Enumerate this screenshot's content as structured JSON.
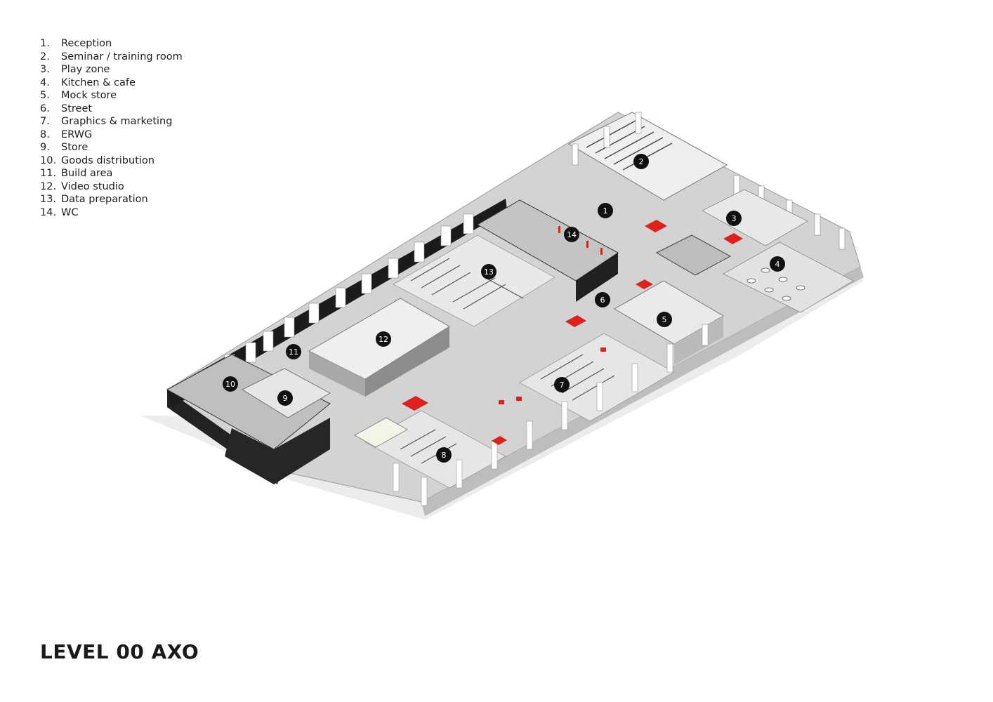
{
  "legend": [
    {
      "number": "1.",
      "label": "Reception"
    },
    {
      "number": "2.",
      "label": "Seminar / training room"
    },
    {
      "number": "3.",
      "label": "Play zone"
    },
    {
      "number": "4.",
      "label": "Kitchen & cafe"
    },
    {
      "number": "5.",
      "label": "Mock store"
    },
    {
      "number": "6.",
      "label": "Street"
    },
    {
      "number": "7.",
      "label": "Graphics & marketing"
    },
    {
      "number": "8.",
      "label": "ERWG"
    },
    {
      "number": "9.",
      "label": "Store"
    },
    {
      "number": "10.",
      "label": "Goods distribution"
    },
    {
      "number": "11.",
      "label": "Build area"
    },
    {
      "number": "12.",
      "label": "Video studio"
    },
    {
      "number": "13.",
      "label": "Data preparation"
    },
    {
      "number": "14.",
      "label": "WC"
    }
  ],
  "markers": [
    "1",
    "2",
    "3",
    "4",
    "5",
    "6",
    "7",
    "8",
    "9",
    "10",
    "11",
    "12",
    "13",
    "14"
  ],
  "title": "LEVEL 00 AXO",
  "colors": {
    "accent": "#e0201b",
    "marker": "#111111",
    "wall_dark": "#1a1a1a",
    "floor": "#d6d6d6"
  }
}
